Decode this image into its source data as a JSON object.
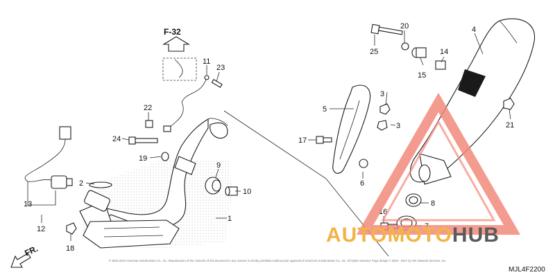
{
  "diagram": {
    "section_ref": "F-32",
    "drawing_code": "MJL4F2200",
    "direction_label": "FR.",
    "copyright": "© 2002-2019 American Honda Motor Co., Inc. Reproduction of the contents of this document in any manner is strictly prohibited without prior approval of American Honda Motor Co., Inc. All rights reserved. Page design © 2004 - 2017 by ARI Network Services, Inc.",
    "callouts": [
      "1",
      "2",
      "3",
      "3",
      "4",
      "5",
      "6",
      "7",
      "8",
      "9",
      "10",
      "11",
      "12",
      "13",
      "14",
      "15",
      "16",
      "17",
      "18",
      "19",
      "20",
      "21",
      "22",
      "23",
      "24",
      "25"
    ]
  },
  "watermark": {
    "part_a": "AUTOMOTO",
    "part_b": "HUB",
    "colors": {
      "triangle": "#f28a7c",
      "text_a": "#f3b345",
      "text_b": "#5a5a5a"
    }
  }
}
